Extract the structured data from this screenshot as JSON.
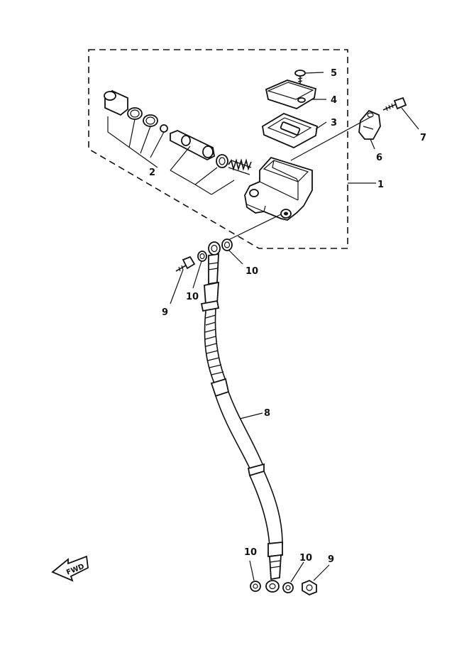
{
  "callouts": {
    "master_cylinder": "1",
    "cylinder_kit": "2",
    "diaphragm": "3",
    "reservoir_cap": "4",
    "cap_screw": "5",
    "holder": "6",
    "holder_bolt": "7",
    "brake_hose": "8",
    "union_bolt_upper": "9",
    "gasket_upper_a": "10",
    "gasket_upper_b": "10",
    "gasket_lower_a": "10",
    "gasket_lower_b": "10",
    "union_bolt_lower": "9"
  },
  "fwd_arrow": {
    "label": "FWD"
  }
}
